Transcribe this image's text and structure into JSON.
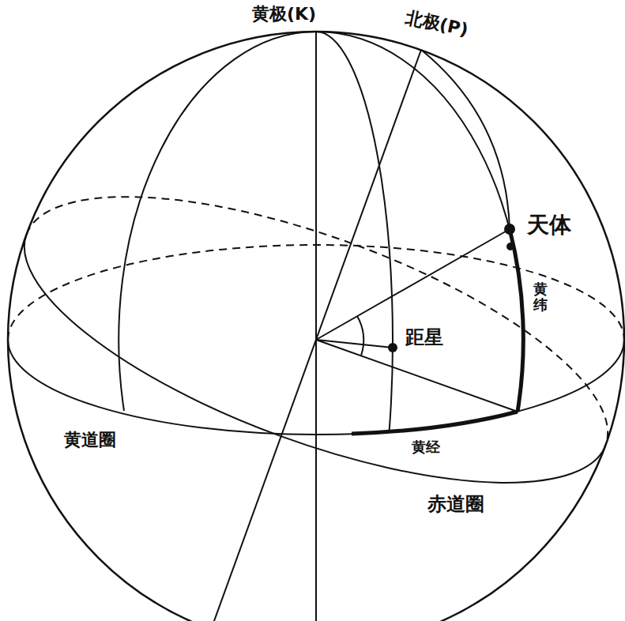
{
  "diagram": {
    "labels": [
      "黄极(K)",
      "北极(P)",
      "天体",
      "距星",
      "黄纬",
      "黄道圈",
      "黄经",
      "赤道圈"
    ]
  }
}
